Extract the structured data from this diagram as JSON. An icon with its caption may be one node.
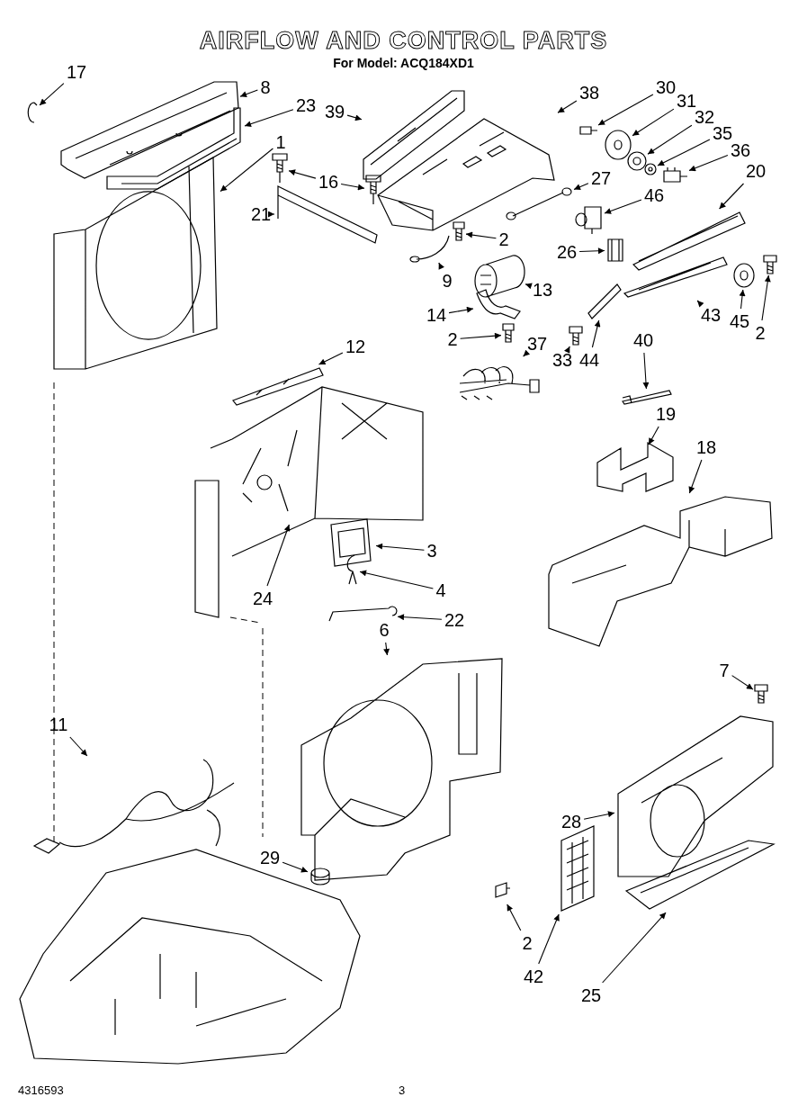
{
  "diagram": {
    "title": "AIRFLOW AND CONTROL PARTS",
    "nodes": [
      {
        "text": [
          "17"
        ]
      },
      {
        "text": [
          "8"
        ]
      },
      {
        "text": [
          "23"
        ]
      },
      {
        "text": [
          "39"
        ]
      },
      {
        "text": [
          "38"
        ]
      },
      {
        "text": [
          "30"
        ]
      },
      {
        "text": [
          "31"
        ]
      },
      {
        "text": [
          "32"
        ]
      },
      {
        "text": [
          "35"
        ]
      },
      {
        "text": [
          "1"
        ]
      },
      {
        "text": [
          "36"
        ]
      },
      {
        "text": [
          "27"
        ]
      },
      {
        "text": [
          "16"
        ]
      },
      {
        "text": [
          "20"
        ]
      },
      {
        "text": [
          "46"
        ]
      },
      {
        "text": [
          "21"
        ]
      },
      {
        "text": [
          "2"
        ]
      },
      {
        "text": [
          "26"
        ]
      },
      {
        "text": [
          "9"
        ]
      },
      {
        "text": [
          "13"
        ]
      },
      {
        "text": [
          "43"
        ]
      },
      {
        "text": [
          "45"
        ]
      },
      {
        "text": [
          "2"
        ]
      },
      {
        "text": [
          "14"
        ]
      },
      {
        "text": [
          "2"
        ]
      },
      {
        "text": [
          "37"
        ]
      },
      {
        "text": [
          "33"
        ]
      },
      {
        "text": [
          "44"
        ]
      },
      {
        "text": [
          "40"
        ]
      },
      {
        "text": [
          "12"
        ]
      },
      {
        "text": [
          "19"
        ]
      },
      {
        "text": [
          "18"
        ]
      },
      {
        "text": [
          "3"
        ]
      },
      {
        "text": [
          "4"
        ]
      },
      {
        "text": [
          "24"
        ]
      },
      {
        "text": [
          "22"
        ]
      },
      {
        "text": [
          "6"
        ]
      },
      {
        "text": [
          "7"
        ]
      },
      {
        "text": [
          "11"
        ]
      },
      {
        "text": [
          "28"
        ]
      },
      {
        "text": [
          "29"
        ]
      },
      {
        "text": [
          "2"
        ]
      },
      {
        "text": [
          "42"
        ]
      },
      {
        "text": [
          "25"
        ]
      },
      {
        "text": [],
        "shape": "picture"
      },
      {
        "text": [],
        "shape": "picture"
      },
      {
        "text": [],
        "shape": "picture"
      },
      {
        "text": [],
        "shape": "picture"
      },
      {
        "text": [],
        "shape": "picture"
      },
      {
        "text": [],
        "shape": "picture"
      },
      {
        "text": [],
        "shape": "picture"
      },
      {
        "text": [],
        "shape": "picture"
      },
      {
        "text": [],
        "shape": "picture"
      },
      {
        "text": [],
        "shape": "picture"
      },
      {
        "text": [],
        "shape": "picture"
      },
      {
        "text": [],
        "shape": "picture"
      },
      {
        "text": [],
        "shape": "picture"
      },
      {
        "text": [],
        "shape": "picture"
      },
      {
        "text": [],
        "shape": "picture"
      },
      {
        "text": [],
        "shape": "picture"
      },
      {
        "text": [],
        "shape": "picture"
      },
      {
        "text": [],
        "shape": "picture"
      },
      {
        "text": [],
        "shape": "picture"
      },
      {
        "text": [],
        "shape": "picture"
      },
      {
        "text": [],
        "shape": "picture"
      },
      {
        "text": [],
        "shape": "picture"
      },
      {
        "text": [],
        "shape": "picture"
      },
      {
        "text": [],
        "shape": "picture"
      },
      {
        "text": [],
        "shape": "picture"
      },
      {
        "text": [],
        "shape": "picture"
      },
      {
        "text": [],
        "shape": "picture"
      },
      {
        "text": [],
        "shape": "picture"
      },
      {
        "text": [],
        "shape": "picture"
      },
      {
        "text": [],
        "shape": "picture"
      },
      {
        "text": [],
        "shape": "picture"
      },
      {
        "text": [],
        "shape": "picture"
      },
      {
        "text": [],
        "shape": "picture"
      },
      {
        "text": [],
        "shape": "picture"
      },
      {
        "text": [],
        "shape": "picture"
      },
      {
        "text": [],
        "shape": "picture"
      },
      {
        "text": [],
        "shape": "picture"
      },
      {
        "text": [],
        "shape": "picture"
      },
      {
        "text": [],
        "shape": "picture"
      },
      {
        "text": [],
        "shape": "picture"
      },
      {
        "text": [],
        "shape": "picture"
      },
      {
        "text": [],
        "shape": "picture"
      },
      {
        "text": [],
        "shape": "picture"
      },
      {
        "text": [],
        "shape": "picture"
      },
      {
        "text": [],
        "shape": "picture"
      }
    ],
    "edges": [
      {
        "from": 0,
        "to": 44,
        "arrow": "to"
      },
      {
        "from": 1,
        "to": 45,
        "arrow": "to"
      },
      {
        "from": 2,
        "to": 46,
        "arrow": "to"
      },
      {
        "from": 3,
        "to": 47,
        "arrow": "to"
      },
      {
        "from": 4,
        "to": 48,
        "arrow": "to"
      },
      {
        "from": 5,
        "to": 49,
        "arrow": "to"
      },
      {
        "from": 6,
        "to": 50,
        "arrow": "to"
      },
      {
        "from": 7,
        "to": 51,
        "arrow": "to"
      },
      {
        "from": 8,
        "to": 52,
        "arrow": "to"
      },
      {
        "from": 9,
        "to": 53,
        "arrow": "to"
      },
      {
        "from": 10,
        "to": 54,
        "arrow": "to"
      },
      {
        "from": 11,
        "to": 55,
        "arrow": "to"
      },
      {
        "from": 12,
        "to": 56,
        "arrow": "to"
      },
      {
        "from": 12,
        "to": 57,
        "arrow": "to"
      },
      {
        "from": 13,
        "to": 58,
        "arrow": "to"
      },
      {
        "from": 14,
        "to": 59,
        "arrow": "to"
      },
      {
        "from": 15,
        "to": 60,
        "arrow": "to"
      },
      {
        "from": 16,
        "to": 61,
        "arrow": "to"
      },
      {
        "from": 17,
        "to": 62,
        "arrow": "to"
      },
      {
        "from": 18,
        "to": 63,
        "arrow": "to"
      },
      {
        "from": 19,
        "to": 64,
        "arrow": "to"
      },
      {
        "from": 20,
        "to": 65,
        "arrow": "to"
      },
      {
        "from": 21,
        "to": 66,
        "arrow": "to"
      },
      {
        "from": 22,
        "to": 67,
        "arrow": "to"
      },
      {
        "from": 23,
        "to": 68,
        "arrow": "to"
      },
      {
        "from": 24,
        "to": 69,
        "arrow": "to"
      },
      {
        "from": 25,
        "to": 70,
        "arrow": "to"
      },
      {
        "from": 26,
        "to": 71,
        "arrow": "to"
      },
      {
        "from": 27,
        "to": 72,
        "arrow": "to"
      },
      {
        "from": 28,
        "to": 73,
        "arrow": "to"
      },
      {
        "from": 29,
        "to": 74,
        "arrow": "to"
      },
      {
        "from": 30,
        "to": 75,
        "arrow": "to"
      },
      {
        "from": 31,
        "to": 76,
        "arrow": "to"
      },
      {
        "from": 32,
        "to": 77,
        "arrow": "to"
      },
      {
        "from": 33,
        "to": 78,
        "arrow": "to"
      },
      {
        "from": 34,
        "to": 79,
        "arrow": "to"
      },
      {
        "from": 35,
        "to": 80,
        "arrow": "to"
      },
      {
        "from": 36,
        "to": 81,
        "arrow": "to"
      },
      {
        "from": 37,
        "to": 82,
        "arrow": "to"
      },
      {
        "from": 38,
        "to": 83,
        "arrow": "to"
      },
      {
        "from": 39,
        "to": 84,
        "arrow": "to"
      },
      {
        "from": 40,
        "to": 85,
        "arrow": "to"
      },
      {
        "from": 41,
        "to": 86,
        "arrow": "to"
      },
      {
        "from": 42,
        "to": 87,
        "arrow": "to"
      },
      {
        "from": 43,
        "to": 88,
        "arrow": "to"
      }
    ],
    "labels": [
      "For Model: ACQ184XD1",
      "4316593",
      "3"
    ]
  }
}
